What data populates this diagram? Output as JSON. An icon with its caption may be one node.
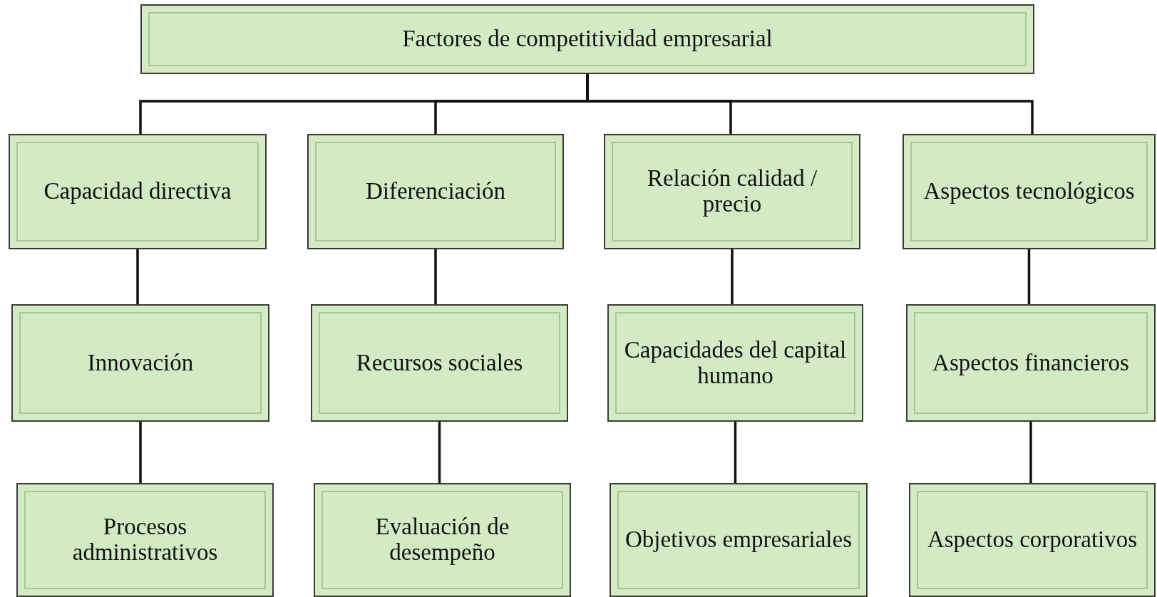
{
  "diagram": {
    "nodes": [
      {
        "text": [
          "Factores de competitividad empresarial"
        ]
      },
      {
        "text": [
          "Capacidad directiva"
        ]
      },
      {
        "text": [
          "Diferenciación"
        ]
      },
      {
        "text": [
          "Relación calidad / precio"
        ]
      },
      {
        "text": [
          "Aspectos tecnológicos"
        ]
      },
      {
        "text": [
          "Innovación"
        ]
      },
      {
        "text": [
          "Recursos sociales"
        ]
      },
      {
        "text": [
          "Capacidades del capital humano"
        ]
      },
      {
        "text": [
          "Aspectos financieros"
        ]
      },
      {
        "text": [
          "Procesos administrativos"
        ]
      },
      {
        "text": [
          "Evaluación de desempeño"
        ]
      },
      {
        "text": [
          "Objetivos empresariales"
        ]
      },
      {
        "text": [
          "Aspectos corporativos"
        ]
      }
    ],
    "edges": [
      {
        "from": 0,
        "to": 1,
        "arrow": "none"
      },
      {
        "from": 0,
        "to": 2,
        "arrow": "none"
      },
      {
        "from": 0,
        "to": 3,
        "arrow": "none"
      },
      {
        "from": 0,
        "to": 4,
        "arrow": "none"
      },
      {
        "from": 1,
        "to": 5,
        "arrow": "none"
      },
      {
        "from": 2,
        "to": 6,
        "arrow": "none"
      },
      {
        "from": 3,
        "to": 7,
        "arrow": "none"
      },
      {
        "from": 4,
        "to": 8,
        "arrow": "none"
      },
      {
        "from": 5,
        "to": 9,
        "arrow": "none"
      },
      {
        "from": 6,
        "to": 10,
        "arrow": "none"
      },
      {
        "from": 7,
        "to": 11,
        "arrow": "none"
      },
      {
        "from": 8,
        "to": 12,
        "arrow": "none"
      }
    ]
  }
}
